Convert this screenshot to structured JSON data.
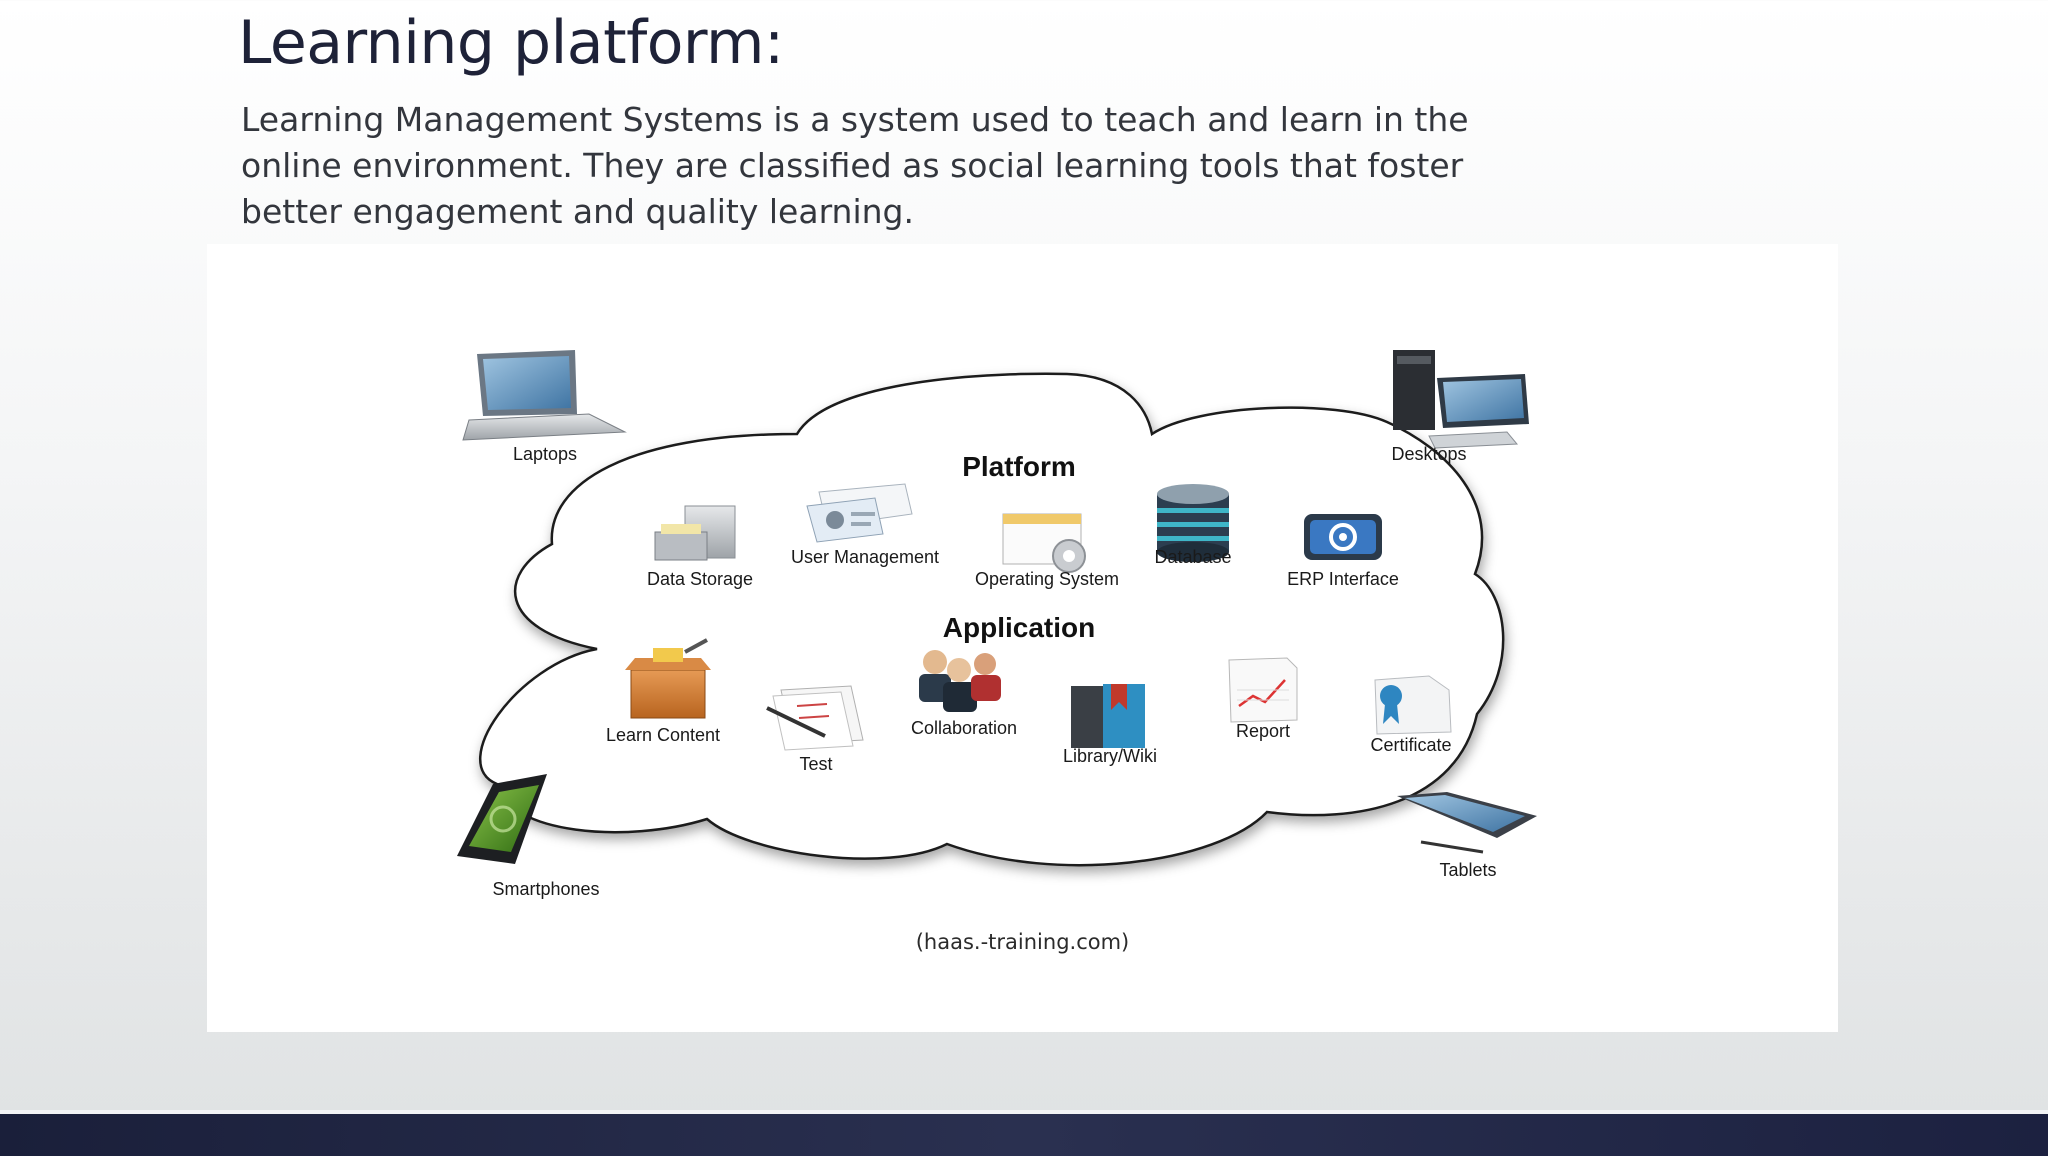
{
  "slide": {
    "title": "Learning platform:",
    "body": "Learning Management Systems is a system used to teach and learn in the online environment. They are classified as social learning tools that foster better engagement and quality learning."
  },
  "diagram": {
    "platform_heading": "Platform",
    "application_heading": "Application",
    "devices": {
      "laptops": "Laptops",
      "desktops": "Desktops",
      "smartphones": "Smartphones",
      "tablets": "Tablets"
    },
    "platform_items": {
      "data_storage": "Data Storage",
      "user_management": "User Management",
      "operating_system": "Operating System",
      "database": "Database",
      "erp_interface": "ERP Interface"
    },
    "application_items": {
      "learn_content": "Learn Content",
      "test": "Test",
      "collaboration": "Collaboration",
      "library_wiki": "Library/Wiki",
      "report": "Report",
      "certificate": "Certificate"
    },
    "credit": "(haas.-training.com)"
  }
}
